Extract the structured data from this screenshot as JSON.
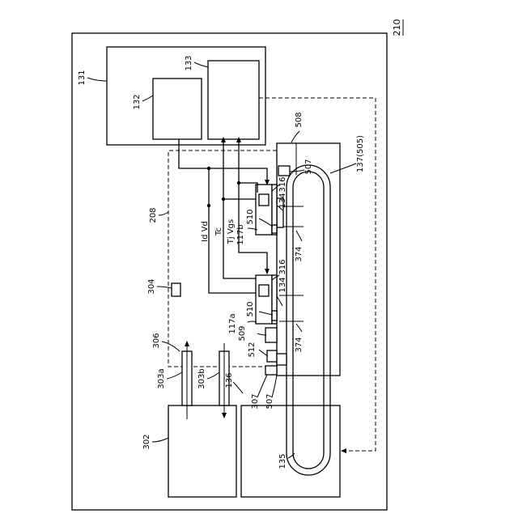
{
  "figure": {
    "number": "210",
    "labels": {
      "l131": "131",
      "l132": "132",
      "l133": "133",
      "l208": "208",
      "l304": "304",
      "l306": "306",
      "l302": "302",
      "l303a": "303a",
      "l303b": "303b",
      "l136": "136",
      "l135": "135",
      "l307": "307",
      "l507a": "507",
      "l507b": "507",
      "l512": "512",
      "l509": "509",
      "l117a": "117a",
      "l117b": "117b",
      "l510a": "510",
      "l510b": "510",
      "l134a": "134",
      "l134b": "134",
      "l316a": "316",
      "l316b": "316",
      "l374a": "374",
      "l374b": "374",
      "l508": "508",
      "l137": "137(505)",
      "sig_id_vd": "Id  Vd",
      "sig_tc": "Tc",
      "sig_tj_vgs": "Tj     Vgs"
    }
  }
}
